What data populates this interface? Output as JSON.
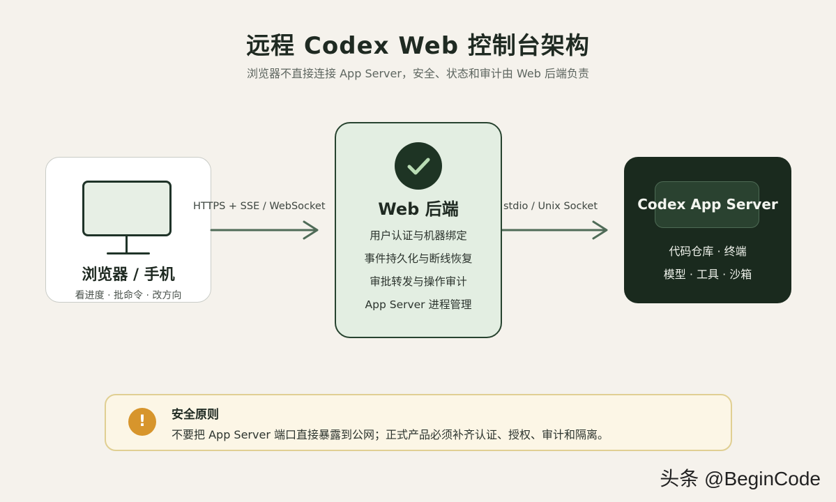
{
  "header": {
    "title": "远程 Codex Web 控制台架构",
    "subtitle": "浏览器不直接连接 App Server，安全、状态和审计由 Web 后端负责"
  },
  "client": {
    "title": "浏览器 / 手机",
    "subtitle": "看进度 · 批命令 · 改方向",
    "icon": "monitor-icon"
  },
  "connections": {
    "client_to_backend": "HTTPS + SSE / WebSocket",
    "backend_to_server": "stdio / Unix Socket"
  },
  "backend": {
    "title": "Web 后端",
    "icon": "check-icon",
    "items": [
      "用户认证与机器绑定",
      "事件持久化与断线恢复",
      "审批转发与操作审计",
      "App Server 进程管理"
    ]
  },
  "server": {
    "title": "Codex App Server",
    "line1": "代码仓库 · 终端",
    "line2": "模型 · 工具 · 沙箱"
  },
  "security": {
    "icon": "warning-icon",
    "icon_glyph": "!",
    "title": "安全原则",
    "text": "不要把 App Server 端口直接暴露到公网；正式产品必须补齐认证、授权、审计和隔离。"
  },
  "watermark": "头条 @BeginCode",
  "colors": {
    "background": "#f5f2ec",
    "accent_dark": "#1e3424",
    "warning": "#d7952c"
  }
}
